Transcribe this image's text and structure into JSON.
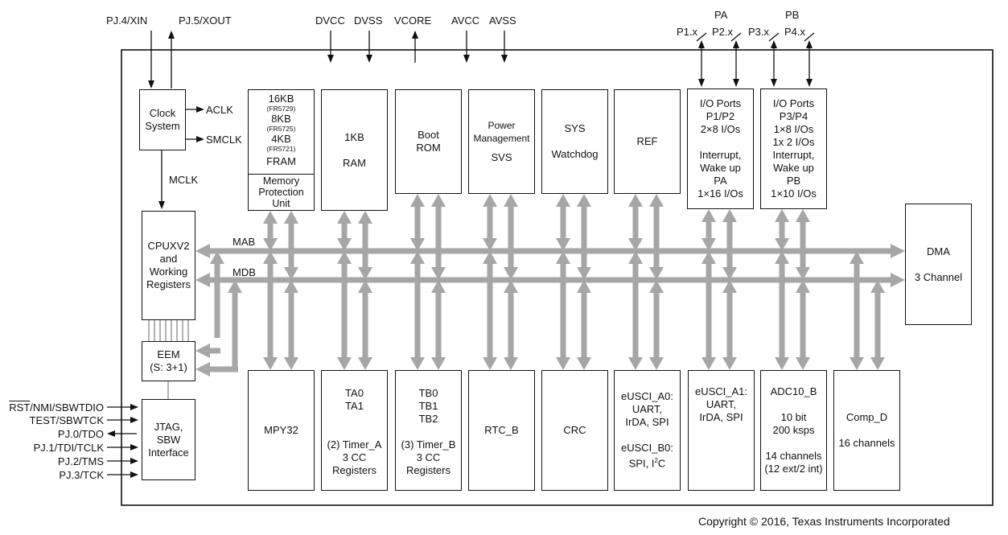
{
  "external_pins": {
    "pj4": "PJ.4/XIN",
    "pj5": "PJ.5/XOUT",
    "dvcc": "DVCC",
    "dvss": "DVSS",
    "vcore": "VCORE",
    "avcc": "AVCC",
    "avss": "AVSS",
    "pa": "PA",
    "pb": "PB",
    "p1": "P1.x",
    "p2": "P2.x",
    "p3": "P3.x",
    "p4": "P4.x"
  },
  "clock": {
    "l1": "Clock",
    "l2": "System",
    "aclk": "ACLK",
    "smclk": "SMCLK",
    "mclk": "MCLK"
  },
  "fram": {
    "s1": "16KB",
    "p1": "(FR5729)",
    "s2": "8KB",
    "p2": "(FR5725)",
    "s3": "4KB",
    "p3": "(FR5721)",
    "name": "FRAM",
    "mpu1": "Memory",
    "mpu2": "Protection",
    "mpu3": "Unit"
  },
  "ram": {
    "l1": "1KB",
    "l2": "RAM"
  },
  "boot": {
    "l1": "Boot",
    "l2": "ROM"
  },
  "power": {
    "l1": "Power",
    "l2": "Management",
    "l3": "SVS"
  },
  "sys": {
    "l1": "SYS",
    "l2": "Watchdog"
  },
  "ref": {
    "l1": "REF"
  },
  "io12": {
    "l1": "I/O Ports",
    "l2": "P1/P2",
    "l3": "2×8 I/Os",
    "l4": "Interrupt,",
    "l5": "Wake up",
    "l6": "PA",
    "l7": "1×16 I/Os"
  },
  "io34": {
    "l1": "I/O Ports",
    "l2": "P3/P4",
    "l3": "1×8 I/Os",
    "l4": "1x 2 I/Os",
    "l5": "Interrupt,",
    "l6": "Wake up",
    "l7": "PB",
    "l8": "1×10 I/Os"
  },
  "cpu": {
    "l1": "CPUXV2",
    "l2": "and",
    "l3": "Working",
    "l4": "Registers"
  },
  "bus": {
    "mab": "MAB",
    "mdb": "MDB"
  },
  "dma": {
    "l1": "DMA",
    "l2": "3 Channel"
  },
  "eem": {
    "l1": "EEM",
    "l2": "(S: 3+1)"
  },
  "jtag": {
    "l1": "JTAG,",
    "l2": "SBW",
    "l3": "Interface",
    "pins": [
      {
        "over": "RST",
        "rest": "/NMI/SBWTDIO"
      },
      {
        "over": "",
        "rest": "TEST/SBWTCK"
      },
      {
        "over": "",
        "rest": "PJ.0/TDO"
      },
      {
        "over": "",
        "rest": "PJ.1/TDI/TCLK"
      },
      {
        "over": "",
        "rest": "PJ.2/TMS"
      },
      {
        "over": "",
        "rest": "PJ.3/TCK"
      }
    ]
  },
  "mpy": {
    "l1": "MPY32"
  },
  "ta": {
    "l1": "TA0",
    "l2": "TA1",
    "l3": "(2) Timer_A",
    "l4": "3 CC",
    "l5": "Registers"
  },
  "tb": {
    "l1": "TB0",
    "l2": "TB1",
    "l3": "TB2",
    "l4": "(3) Timer_B",
    "l5": "3 CC",
    "l6": "Registers"
  },
  "rtc": {
    "l1": "RTC_B"
  },
  "crc": {
    "l1": "CRC"
  },
  "eusci_a0": {
    "l1": "eUSCI_A0:",
    "l2": "UART,",
    "l3": "IrDA, SPI",
    "l4": "eUSCI_B0:",
    "l5": "SPI, I",
    "sup": "2",
    "l5b": "C"
  },
  "eusci_a1": {
    "l1": "eUSCI_A1:",
    "l2": "UART,",
    "l3": "IrDA, SPI"
  },
  "adc": {
    "l1": "ADC10_B",
    "l2": "10 bit",
    "l3": "200 ksps",
    "l4": "14 channels",
    "l5": "(12 ext/2 int)"
  },
  "comp": {
    "l1": "Comp_D",
    "l2": "16 channels"
  },
  "footer": {
    "copyright": "Copyright © 2016, Texas Instruments Incorporated"
  },
  "colors": {
    "bus": "#a6a6a6",
    "line": "#111111"
  }
}
